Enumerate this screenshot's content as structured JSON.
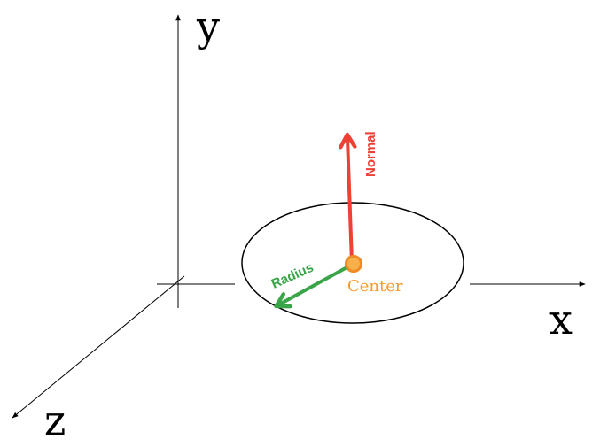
{
  "axes": {
    "x_label": "x",
    "y_label": "y",
    "z_label": "z"
  },
  "labels": {
    "normal": "Normal",
    "radius": "Radius",
    "center": "Center"
  },
  "colors": {
    "axis": "#000000",
    "normal": "#ee4035",
    "radius": "#3aa548",
    "center": "#f59a2b",
    "center_fill": "#f7b04a"
  }
}
